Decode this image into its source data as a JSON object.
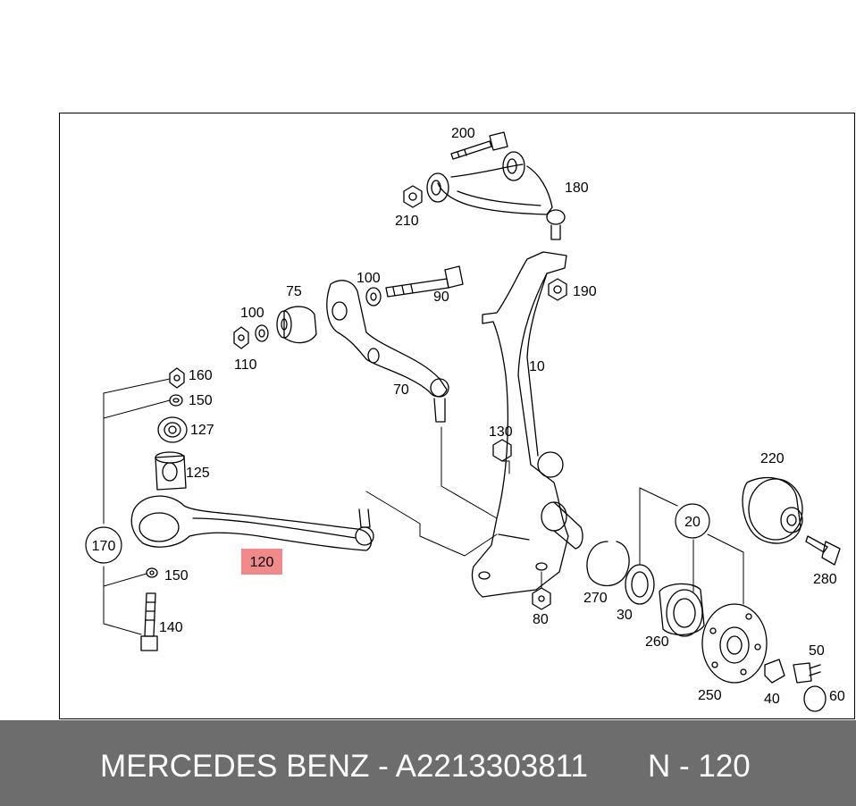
{
  "colors": {
    "highlight": "#f08a8a",
    "footer_bg": "#6d6d6d",
    "footer_text": "#ffffff",
    "line": "#000000"
  },
  "callouts": [
    {
      "id": "200",
      "label": "200"
    },
    {
      "id": "180",
      "label": "180"
    },
    {
      "id": "210",
      "label": "210"
    },
    {
      "id": "100a",
      "label": "100"
    },
    {
      "id": "75",
      "label": "75"
    },
    {
      "id": "90",
      "label": "90"
    },
    {
      "id": "190",
      "label": "190"
    },
    {
      "id": "100b",
      "label": "100"
    },
    {
      "id": "110",
      "label": "110"
    },
    {
      "id": "10",
      "label": "10"
    },
    {
      "id": "70",
      "label": "70"
    },
    {
      "id": "160",
      "label": "160"
    },
    {
      "id": "150a",
      "label": "150"
    },
    {
      "id": "127",
      "label": "127"
    },
    {
      "id": "125",
      "label": "125"
    },
    {
      "id": "130",
      "label": "130"
    },
    {
      "id": "220",
      "label": "220"
    },
    {
      "id": "20",
      "label": "20"
    },
    {
      "id": "170",
      "label": "170"
    },
    {
      "id": "120",
      "label": "120"
    },
    {
      "id": "150b",
      "label": "150"
    },
    {
      "id": "270",
      "label": "270"
    },
    {
      "id": "280",
      "label": "280"
    },
    {
      "id": "30",
      "label": "30"
    },
    {
      "id": "80",
      "label": "80"
    },
    {
      "id": "140",
      "label": "140"
    },
    {
      "id": "260",
      "label": "260"
    },
    {
      "id": "50",
      "label": "50"
    },
    {
      "id": "250",
      "label": "250"
    },
    {
      "id": "40",
      "label": "40"
    },
    {
      "id": "60",
      "label": "60"
    }
  ],
  "footer": {
    "left": "MERCEDES BENZ - A2213303811",
    "right": "N - 120"
  }
}
